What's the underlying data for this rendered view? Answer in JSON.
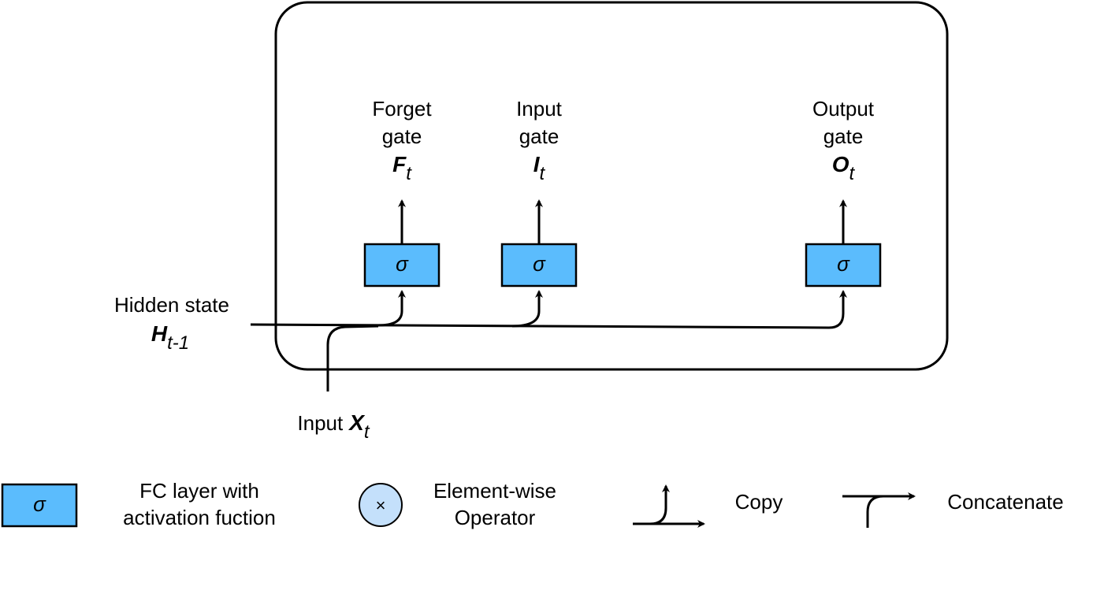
{
  "gates": {
    "forget": {
      "line1": "Forget",
      "line2": "gate",
      "symbol": "F",
      "sub": "t",
      "fc_symbol": "σ"
    },
    "input": {
      "line1": "Input",
      "line2": "gate",
      "symbol": "I",
      "sub": "t",
      "fc_symbol": "σ"
    },
    "output": {
      "line1": "Output",
      "line2": "gate",
      "symbol": "O",
      "sub": "t",
      "fc_symbol": "σ"
    }
  },
  "hidden_state": {
    "label": "Hidden state",
    "symbol": "H",
    "sub": "t-1"
  },
  "input_x": {
    "label": "Input",
    "symbol": "X",
    "sub": "t"
  },
  "legend": {
    "fc": {
      "symbol": "σ",
      "line1": "FC layer with",
      "line2": "activation fuction"
    },
    "elementwise": {
      "symbol": "×",
      "line1": "Element-wise",
      "line2": "Operator"
    },
    "copy": {
      "label": "Copy"
    },
    "concat": {
      "label": "Concatenate"
    }
  },
  "colors": {
    "fc_fill": "#5bbcfd",
    "operator_fill": "#c4e0fb",
    "stroke": "#000000"
  }
}
